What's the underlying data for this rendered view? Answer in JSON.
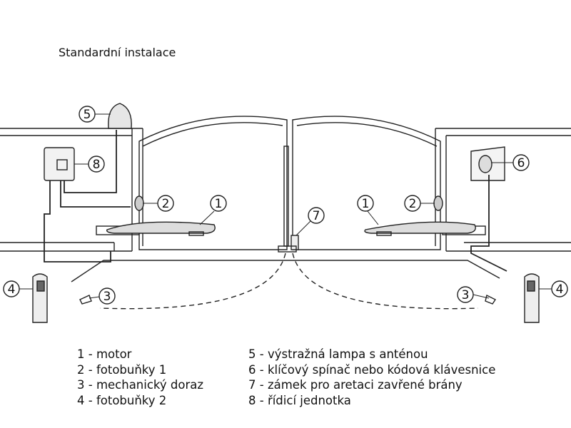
{
  "title": "Standardní instalace",
  "callouts": {
    "motor": "1",
    "photocells1": "2",
    "stop": "3",
    "photocells2": "4",
    "lamp": "5",
    "keyswitch": "6",
    "lock": "7",
    "control": "8"
  },
  "legend": [
    "1 - motor",
    "2 - fotobuňky 1",
    "3 - mechanický doraz",
    "4 - fotobuňky 2",
    "5 - výstražná lampa s anténou",
    "6 - klíčový spínač nebo kódová klávesnice",
    "7 - zámek pro aretaci zavřené brány",
    "8 - řídicí jednotka"
  ]
}
